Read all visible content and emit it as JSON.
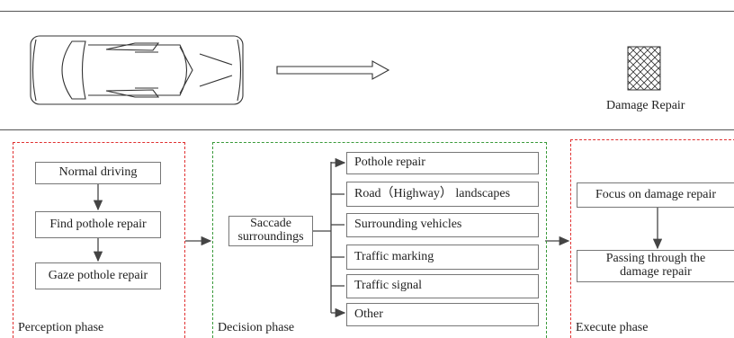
{
  "top": {
    "damage_label": "Damage Repair"
  },
  "perception": {
    "label": "Perception phase",
    "color": "#e03030",
    "steps": [
      "Normal driving",
      "Find pothole repair",
      "Gaze pothole repair"
    ]
  },
  "decision": {
    "label": "Decision phase",
    "color": "#3a9a3a",
    "source": "Saccade surroundings",
    "options": [
      "Pothole repair",
      "Road（Highway） landscapes",
      "Surrounding vehicles",
      "Traffic marking",
      "Traffic signal",
      "Other"
    ]
  },
  "execute": {
    "label": "Execute phase",
    "color": "#e03030",
    "steps": [
      "Focus on damage repair",
      "Passing through the damage repair"
    ]
  }
}
